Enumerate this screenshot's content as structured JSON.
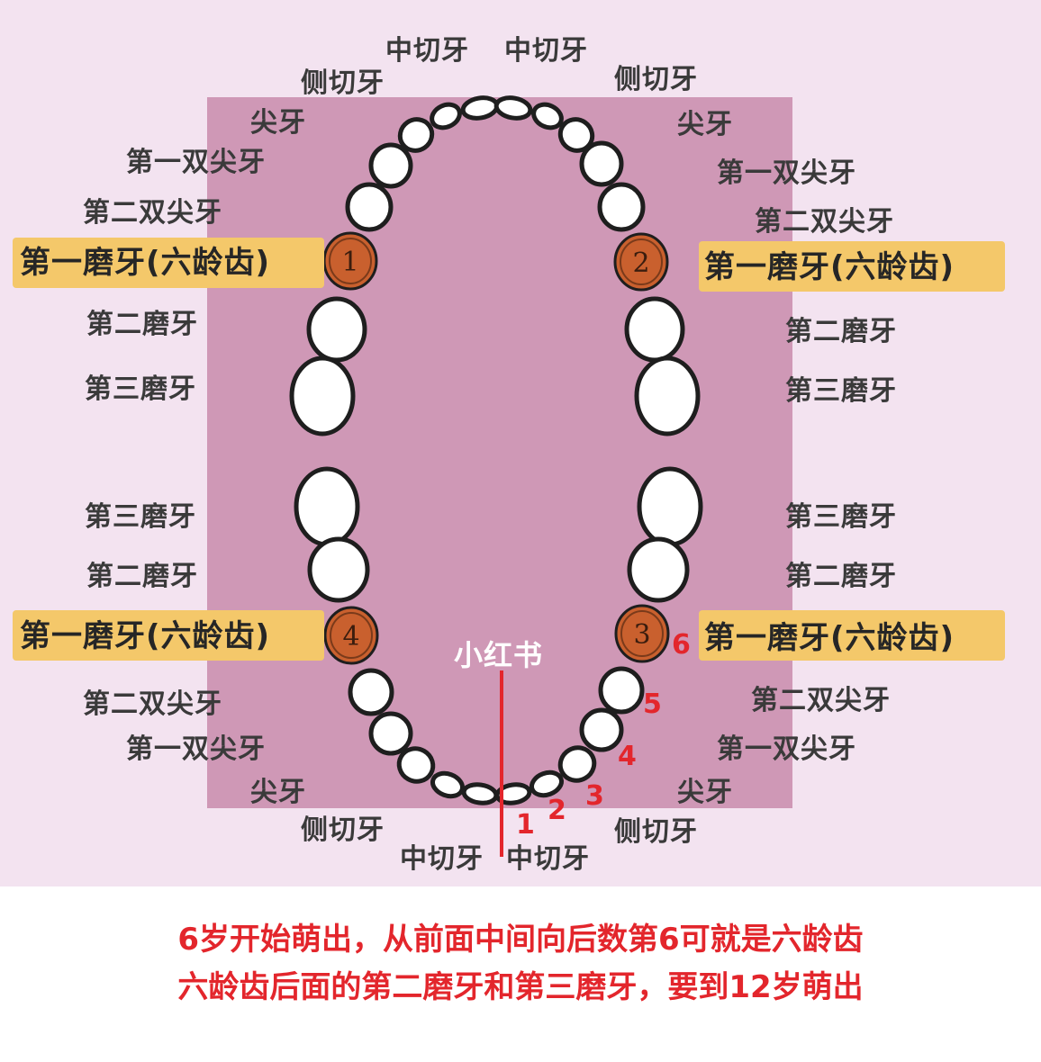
{
  "labels": {
    "central_incisor": "中切牙",
    "lateral_incisor": "侧切牙",
    "canine": "尖牙",
    "first_premolar": "第一双尖牙",
    "second_premolar": "第二双尖牙",
    "first_molar": "第一磨牙(六龄齿)",
    "second_molar": "第二磨牙",
    "third_molar": "第三磨牙"
  },
  "molar_numbers": [
    "1",
    "2",
    "3",
    "4"
  ],
  "count_markers": [
    "1",
    "2",
    "3",
    "4",
    "5",
    "6"
  ],
  "watermark": "小红书",
  "caption": {
    "line1": "6岁开始萌出，从前面中间向后数第6可就是六龄齿",
    "line2": "六龄齿后面的第二磨牙和第三磨牙，要到12岁萌出"
  },
  "colors": {
    "panel_bg": "#f3e3f0",
    "palate": "#cf98b6",
    "molar_highlight": "#c9602e",
    "label_highlight": "#f4c86a",
    "annotation_red": "#e3262c"
  }
}
